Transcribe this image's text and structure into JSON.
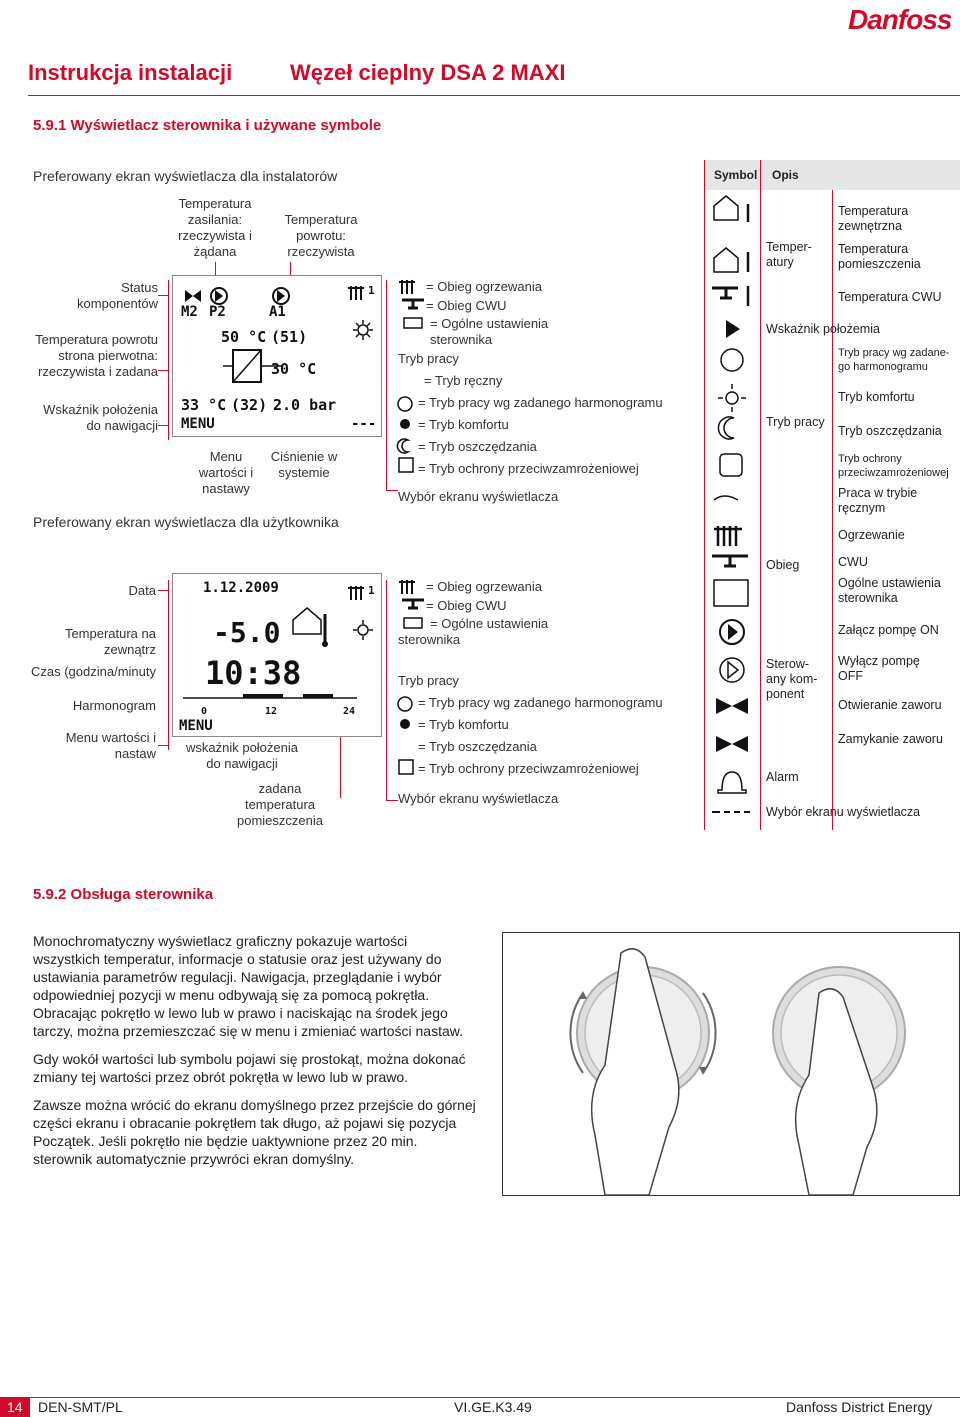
{
  "header": {
    "title": "Instrukcja instalacji",
    "product": "Węzeł cieplny DSA 2 MAXI",
    "logo": "Danfoss",
    "section": "5.9.1 Wyświetlacz sterownika i używane symbole"
  },
  "installer": {
    "caption": "Preferowany ekran wyświetlacza dla instalatorów",
    "labels": {
      "supply": "Temperatura zasilania: rzeczywista i żądana",
      "return": "Temperatura powrotu: rzeczywista",
      "status": "Status komponentów",
      "primary": "Temperatura powrotu strona pierwotna: rzeczywista i zadana",
      "nav": "Wskaźnik położenia do nawigacji",
      "menu": "Menu wartości i nastawy",
      "pressure": "Ciśnienie w systemie"
    },
    "lcd": {
      "m2": "M2",
      "p2": "P2",
      "a1": "A1",
      "t50": "50 °C",
      "t51": "(51)",
      "t30": "30 °C",
      "t33": "33 °C",
      "t32": "(32)",
      "bar": "2.0 bar",
      "menu": "MENU",
      "heat1": "1",
      "dashes": "---"
    },
    "legend": [
      "= Obieg ogrzewania",
      "= Obieg CWU",
      "= Ogólne ustawienia sterownika",
      "Tryb pracy",
      "= Tryb ręczny",
      "= Tryb pracy wg zadanego harmonogramu",
      "= Tryb komfortu",
      "= Tryb oszczędzania",
      "= Tryb ochrony przeciwzamrożeniowej",
      "Wybór ekranu wyświetlacza"
    ]
  },
  "user": {
    "caption": "Preferowany ekran wyświetlacza dla użytkownika",
    "labels": {
      "date": "Data",
      "outdoor": "Temperatura na zewnątrz",
      "time": "Czas (godzina/minuty",
      "schedule": "Harmonogram",
      "menu": "Menu wartości i nastaw",
      "nav": "wskaźnik położenia do nawigacji",
      "room": "zadana temperatura pomieszczenia"
    },
    "lcd": {
      "date": "1.12.2009",
      "outdoor": "-5.0",
      "time": "10:38",
      "tick0": "0",
      "tick12": "12",
      "tick24": "24",
      "menu": "MENU",
      "heat1": "1"
    },
    "legend": [
      "= Obieg ogrzewania",
      "= Obieg CWU",
      "= Ogólne ustawienia sterownika",
      "Tryb pracy",
      "= Tryb pracy wg zadanego harmonogramu",
      "= Tryb komfortu",
      "= Tryb oszczędzania",
      "= Tryb ochrony przeciwzamrożeniowej",
      "Wybór ekranu wyświetlacza"
    ]
  },
  "symbols_table": {
    "col_symbol": "Symbol",
    "col_desc": "Opis",
    "groups": {
      "temps": "Temper-atury",
      "mode": "Tryb pracy",
      "circuit": "Obieg",
      "controlled": "Sterow-any kom-ponent",
      "alarm": "Alarm",
      "display": "Wybór ekranu wyświetlacza",
      "nav": "Wskaźnik położemia"
    },
    "desc": {
      "outdoor": "Temperatura zewnętrzna",
      "room": "Temperatura pomieszczenia",
      "dhw": "Temperatura CWU",
      "schedule": "Tryb pracy wg zadane-go harmonogramu",
      "comfort": "Tryb komfortu",
      "saving": "Tryb oszczędzania",
      "frost": "Tryb ochrony przeciwzamrożeniowej",
      "manual": "Praca w trybie ręcznym",
      "heating": "Ogrzewanie",
      "cwu": "CWU",
      "general": "Ogólne ustawienia sterownika",
      "pump_on": "Załącz pompę ON",
      "pump_off": "Wyłącz pompę OFF",
      "valve_open": "Otwieranie zaworu",
      "valve_close": "Zamykanie zaworu"
    }
  },
  "section2": {
    "title": "5.9.2 Obsługa sterownika",
    "p1": "Monochromatyczny wyświetlacz graficzny pokazuje wartości wszystkich temperatur, informacje o statusie  oraz jest używany do ustawiania parametrów regulacji. Nawigacja, przeglądanie i wybór odpowiedniej pozycji w menu odbywają się za pomocą pokrętła. Obracając pokrętło w lewo lub w prawo i naciskając na środek jego tarczy, można przemieszczać się w menu i zmieniać wartości nastaw.",
    "p2": "Gdy wokół wartości lub symbolu pojawi się prostokąt, można dokonać zmiany tej wartości przez obrót pokrętła w lewo lub w prawo.",
    "p3": "Zawsze można wrócić do ekranu domyślnego  przez przejście do górnej części ekranu i obracanie pokrętłem tak długo, aż pojawi się pozycja Początek. Jeśli pokrętło nie będzie uaktywnione przez 20 min. sterownik automatycznie przywróci ekran domyślny."
  },
  "footer": {
    "page": "14",
    "doc": "DEN-SMT/PL",
    "code": "VI.GE.K3.49",
    "company": "Danfoss District Energy"
  }
}
